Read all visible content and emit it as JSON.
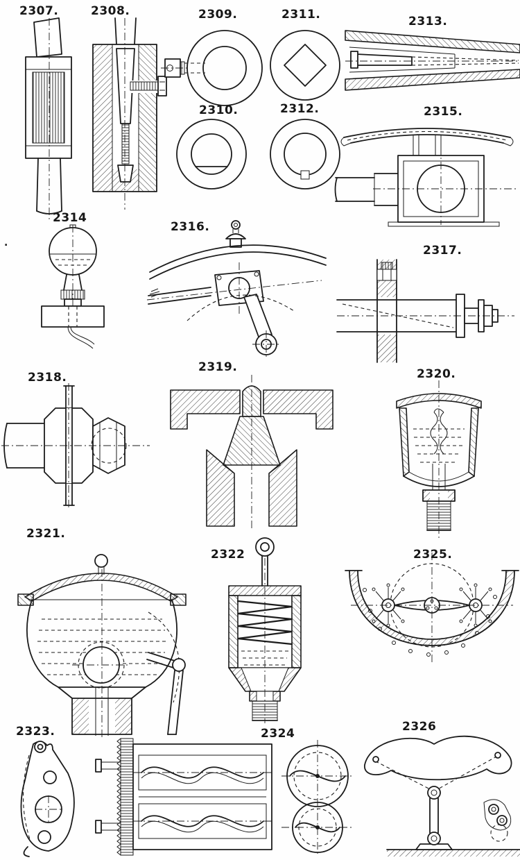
{
  "page": {
    "background": "#fefefe",
    "ink": "#1b1b1b",
    "stray_mark": "."
  },
  "figures": [
    {
      "label": "2307.",
      "name": "vertical-shaft-sleeve"
    },
    {
      "label": "2308.",
      "name": "cone-gib-bearing"
    },
    {
      "label": "2309.",
      "name": "set-screw-ring-collar"
    },
    {
      "label": "2310.",
      "name": "flat-bore-ring-collar"
    },
    {
      "label": "2311.",
      "name": "square-bore-ring-collar"
    },
    {
      "label": "2312.",
      "name": "keyway-ring-collar"
    },
    {
      "label": "2313.",
      "name": "tapered-key-shaft-housing"
    },
    {
      "label": "2314",
      "name": "sight-feed-gauge-lubricator"
    },
    {
      "label": "2315.",
      "name": "yoke-top-bearing-block"
    },
    {
      "label": "2316.",
      "name": "pipe-oil-cup-eccentric-linkage"
    },
    {
      "label": "2317.",
      "name": "shaft-through-wall-handwheel"
    },
    {
      "label": "2318.",
      "name": "pinned-collar-with-nut"
    },
    {
      "label": "2319.",
      "name": "cone-plug-valve-section"
    },
    {
      "label": "2320.",
      "name": "wick-feed-oil-cup-section"
    },
    {
      "label": "2321.",
      "name": "ratchet-arm-lubricator-section"
    },
    {
      "label": "2322",
      "name": "spring-grease-cup-section"
    },
    {
      "label": "2323.",
      "name": "slotted-lever-plate"
    },
    {
      "label": "2324",
      "name": "rotary-gear-pump-sections"
    },
    {
      "label": "2325.",
      "name": "trough-with-spoked-agitator"
    },
    {
      "label": "2326",
      "name": "curved-rocker-on-stand"
    }
  ]
}
